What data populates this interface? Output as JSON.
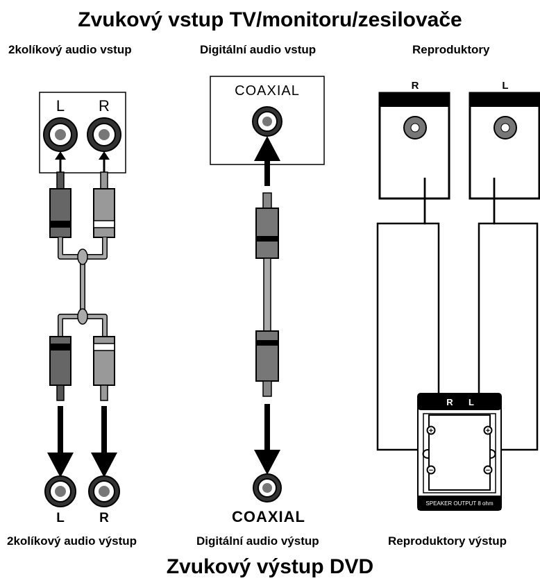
{
  "titles": {
    "top": "Zvukový vstup TV/monitoru/zesilovače",
    "bottom": "Zvukový výstup DVD"
  },
  "columns": {
    "analog": {
      "header": "2kolíkový audio vstup",
      "footer": "2kolíkový audio výstup",
      "input_left_label": "L",
      "input_right_label": "R",
      "output_left_label": "L",
      "output_right_label": "R"
    },
    "digital": {
      "header": "Digitální audio vstup",
      "footer": "Digitální audio výstup",
      "input_label": "COAXIAL",
      "output_label": "COAXIAL"
    },
    "speakers": {
      "header": "Reproduktory",
      "footer": "Reproduktory výstup",
      "speaker_right_label": "R",
      "speaker_left_label": "L",
      "terminal_right_label": "R",
      "terminal_left_label": "L",
      "terminal_caption": "SPEAKER OUTPUT 8 ohm",
      "plus_symbol": "+",
      "minus_symbol": "−"
    }
  }
}
